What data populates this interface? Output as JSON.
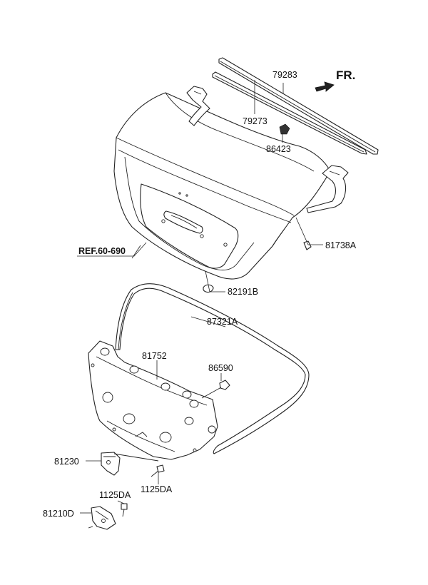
{
  "direction_label": "FR.",
  "reference": "REF.60-690",
  "callouts": {
    "p79283": "79283",
    "p79273": "79273",
    "p86423": "86423",
    "p81738A": "81738A",
    "p82191B": "82191B",
    "p87321A": "87321A",
    "p81752": "81752",
    "p86590": "86590",
    "p81230": "81230",
    "p1125DA_a": "1125DA",
    "p1125DA_b": "1125DA",
    "p81210D": "81210D"
  }
}
